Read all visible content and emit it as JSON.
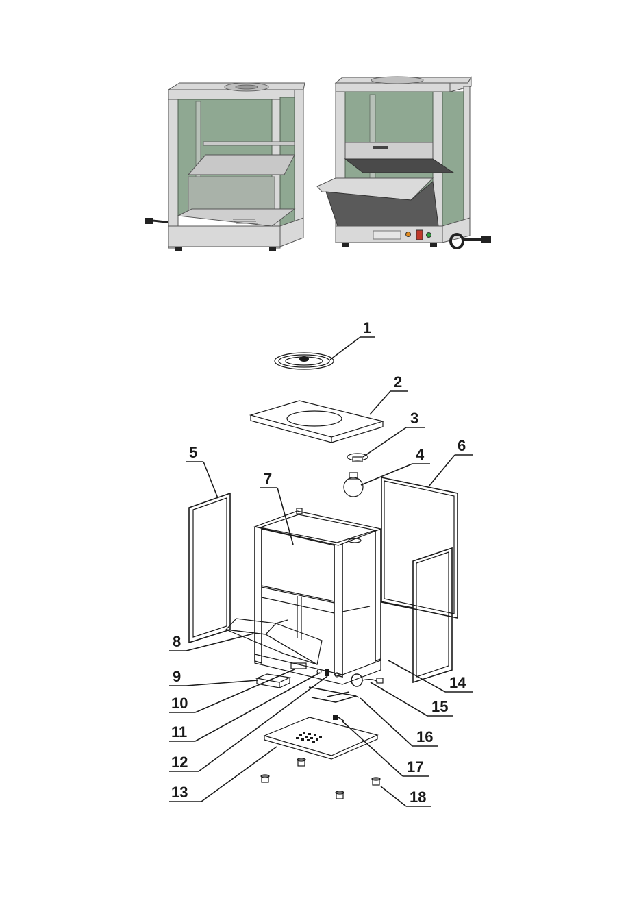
{
  "diagram": {
    "part_numbers": [
      "1",
      "2",
      "3",
      "4",
      "5",
      "6",
      "7",
      "8",
      "9",
      "10",
      "11",
      "12",
      "13",
      "14",
      "15",
      "16",
      "17",
      "18"
    ]
  },
  "colors": {
    "glass": "#8fa892",
    "frame": "#d9d9d9",
    "line": "#1a1a1a",
    "indicator_red": "#c0392b",
    "indicator_green": "#2e9e3e"
  },
  "icons": [
    "power-plug-icon",
    "power-cord-icon",
    "switch-icon",
    "indicator-light-icon"
  ]
}
